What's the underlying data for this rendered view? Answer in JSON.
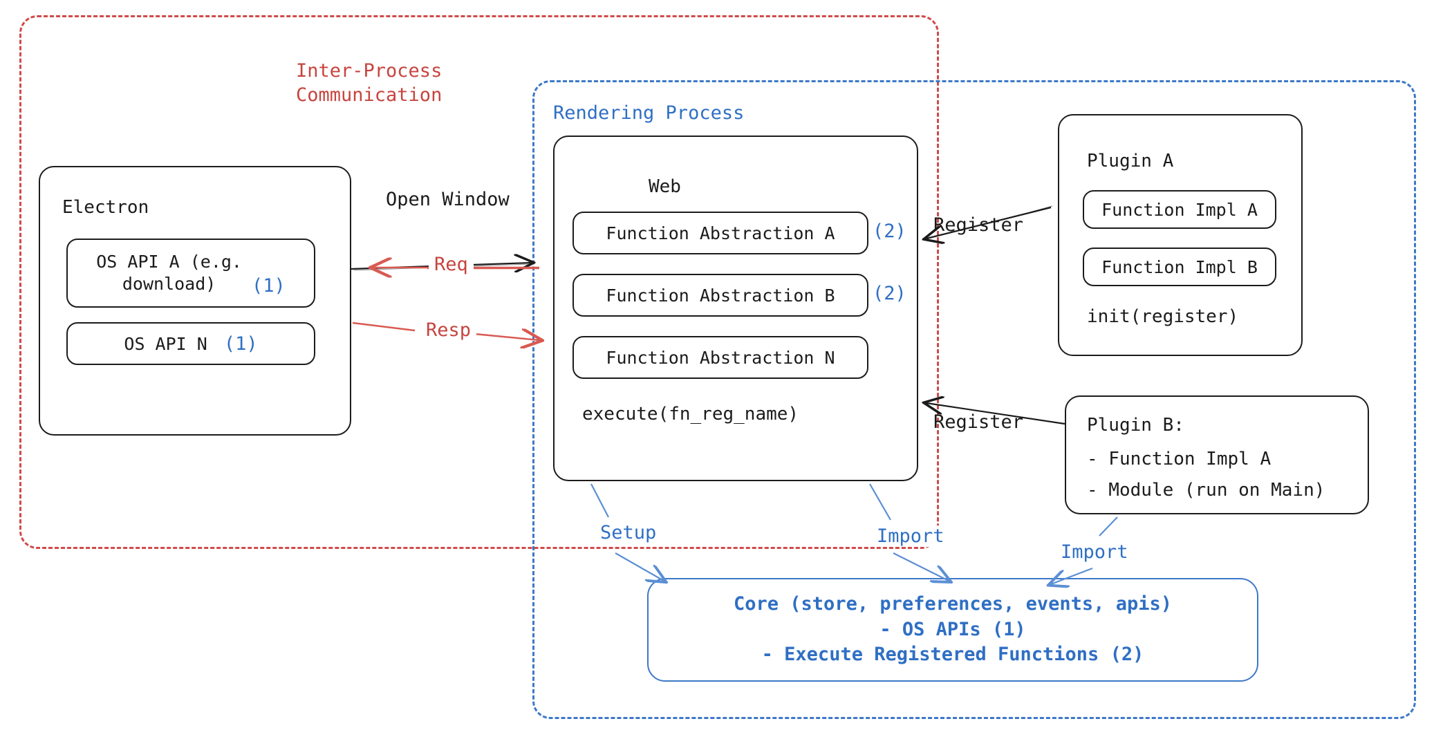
{
  "diagram": {
    "zones": {
      "ipc": {
        "label_line1": "Inter-Process",
        "label_line2": "Communication",
        "color": "#c7443f"
      },
      "render": {
        "label": "Rendering Process",
        "color": "#2f6fc4"
      }
    },
    "electron": {
      "title": "Electron",
      "apis": [
        {
          "label": "OS API A (e.g.\ndownload)",
          "marker": "(1)"
        },
        {
          "label": "OS API N",
          "marker": "(1)"
        }
      ]
    },
    "web": {
      "title": "Web",
      "abstractions": [
        {
          "label": "Function Abstraction A",
          "marker": "(2)"
        },
        {
          "label": "Function Abstraction B",
          "marker": "(2)"
        },
        {
          "label": "Function Abstraction N",
          "marker": ""
        }
      ],
      "execute": "execute(fn_reg_name)"
    },
    "plugin_a": {
      "title": "Plugin A",
      "impls": [
        "Function Impl A",
        "Function Impl B"
      ],
      "init": "init(register)"
    },
    "plugin_b": {
      "title": "Plugin B:",
      "items": [
        "- Function Impl A",
        "- Module (run on Main)"
      ]
    },
    "core": {
      "line1": "Core (store, preferences, events, apis)",
      "line2": "- OS APIs (1)",
      "line3": "- Execute Registered Functions (2)"
    },
    "edges": {
      "open_window": "Open Window",
      "req": "Req",
      "resp": "Resp",
      "register_top": "Register",
      "register_bottom": "Register",
      "setup": "Setup",
      "import_web": "Import",
      "import_plugin": "Import"
    },
    "colors": {
      "red": "#c7443f",
      "blue": "#2f6fc4",
      "blue_line": "#5b8fd4",
      "ink": "#1b1b1b"
    }
  }
}
